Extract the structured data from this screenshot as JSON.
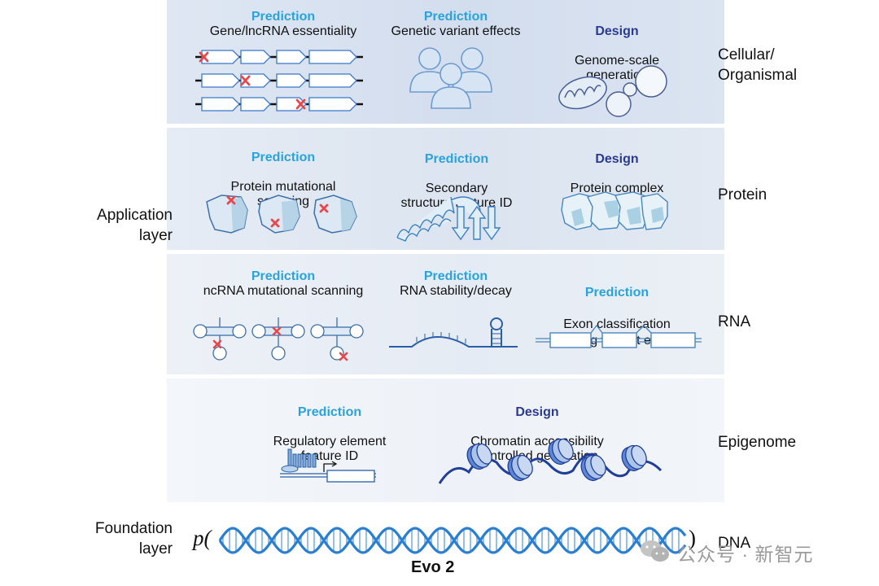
{
  "layers": {
    "cellular": "Cellular/\nOrganismal",
    "protein": "Protein",
    "rna": "RNA",
    "epigenome": "Epigenome",
    "dna": "DNA"
  },
  "side_labels": {
    "application": "Application\nlayer",
    "foundation": "Foundation\nlayer"
  },
  "cells": {
    "gene_essentiality": {
      "kind": "Prediction",
      "title": "Gene/lncRNA essentiality"
    },
    "variant_effects": {
      "kind": "Prediction",
      "title": "Genetic variant effects"
    },
    "genome_generation": {
      "kind": "Design",
      "title": "Genome-scale\ngeneration"
    },
    "protein_scanning": {
      "kind": "Prediction",
      "title": "Protein mutational\nscanning"
    },
    "secondary_structure": {
      "kind": "Prediction",
      "title": "Secondary\nstructure feature ID"
    },
    "protein_complex": {
      "kind": "Design",
      "title": "Protein complex\ngeneration"
    },
    "ncrna_scanning": {
      "kind": "Prediction",
      "title": "ncRNA mutational scanning"
    },
    "rna_stability": {
      "kind": "Prediction",
      "title": "RNA stability/decay"
    },
    "exon_classification": {
      "kind": "Prediction",
      "title": "Exon classification\nSplicing variant effects"
    },
    "regulatory_element": {
      "kind": "Prediction",
      "title": "Regulatory element\nfeature ID"
    },
    "chromatin": {
      "kind": "Design",
      "title": "Chromatin accessibility\ncontrolled generation"
    }
  },
  "foundation": {
    "p_open": "p(",
    "p_close": ")",
    "model": "Evo 2"
  },
  "watermark": "公众号 · 新智元",
  "colors": {
    "prediction": "#2aa3dc",
    "design": "#2c3a8f",
    "dna_helix": "#2a7fd0",
    "mutation_x": "#e8474b"
  },
  "icons": [
    "gene-track-icon",
    "people-icon",
    "mitochondria-cell-icon",
    "protein-blob-icon",
    "alpha-helix-beta-sheet-icon",
    "protein-complex-icon",
    "trna-cloverleaf-icon",
    "rna-hairpin-icon",
    "exon-splicing-icon",
    "transcription-factor-icon",
    "nucleosome-icon",
    "dna-helix-icon"
  ]
}
